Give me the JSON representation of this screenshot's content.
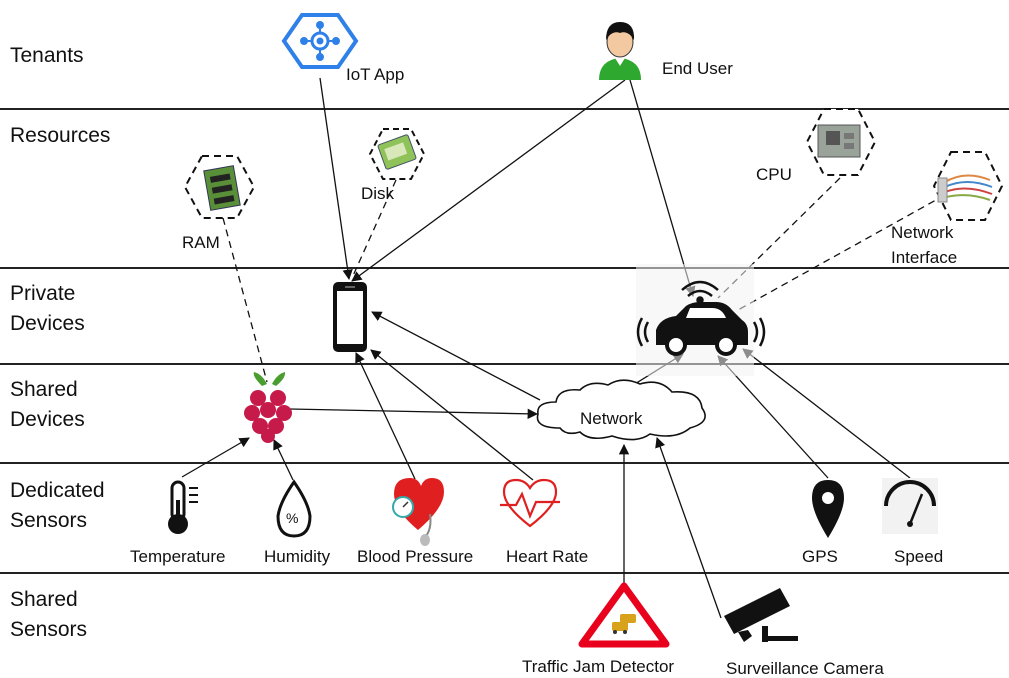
{
  "layers": {
    "tenants": [
      "Tenants"
    ],
    "resources": [
      "Resources"
    ],
    "private_devices": [
      "Private",
      "Devices"
    ],
    "shared_devices": [
      "Shared",
      "Devices"
    ],
    "dedicated_sensors": [
      "Dedicated",
      "Sensors"
    ],
    "shared_sensors": [
      "Shared",
      "Sensors"
    ]
  },
  "nodes": {
    "iot_app": "IoT App",
    "end_user": "End User",
    "ram": "RAM",
    "disk": "Disk",
    "cpu": "CPU",
    "network_interface": [
      "Network",
      "Interface"
    ],
    "smartphone": "",
    "car": "",
    "raspberry_pi": "",
    "network": "Network",
    "temperature": "Temperature",
    "humidity": "Humidity",
    "blood_pressure": "Blood Pressure",
    "heart_rate": "Heart Rate",
    "gps": "GPS",
    "speed": "Speed",
    "traffic_jam_detector": "Traffic Jam Detector",
    "surveillance_camera": "Surveillance Camera"
  },
  "icons": {
    "iot_app": "hexagon-network-icon",
    "end_user": "person-icon",
    "ram": "ram-module-icon",
    "disk": "disk-icon",
    "cpu": "cpu-board-icon",
    "network_interface": "network-cables-icon",
    "smartphone": "smartphone-icon",
    "car": "connected-car-icon",
    "raspberry_pi": "raspberry-icon",
    "network": "cloud-icon",
    "temperature": "thermometer-icon",
    "humidity": "water-drop-percent-icon",
    "blood_pressure": "heart-gauge-icon",
    "heart_rate": "heartbeat-icon",
    "gps": "map-pin-icon",
    "speed": "speedometer-icon",
    "traffic_jam_detector": "warning-triangle-cars-icon",
    "surveillance_camera": "cctv-camera-icon"
  },
  "colors": {
    "iot_app_blue": "#2f80e8",
    "raspberry_red": "#c51a4a",
    "heart_red": "#e02020",
    "warning_red": "#e8001c",
    "user_green": "#2ea82e"
  }
}
